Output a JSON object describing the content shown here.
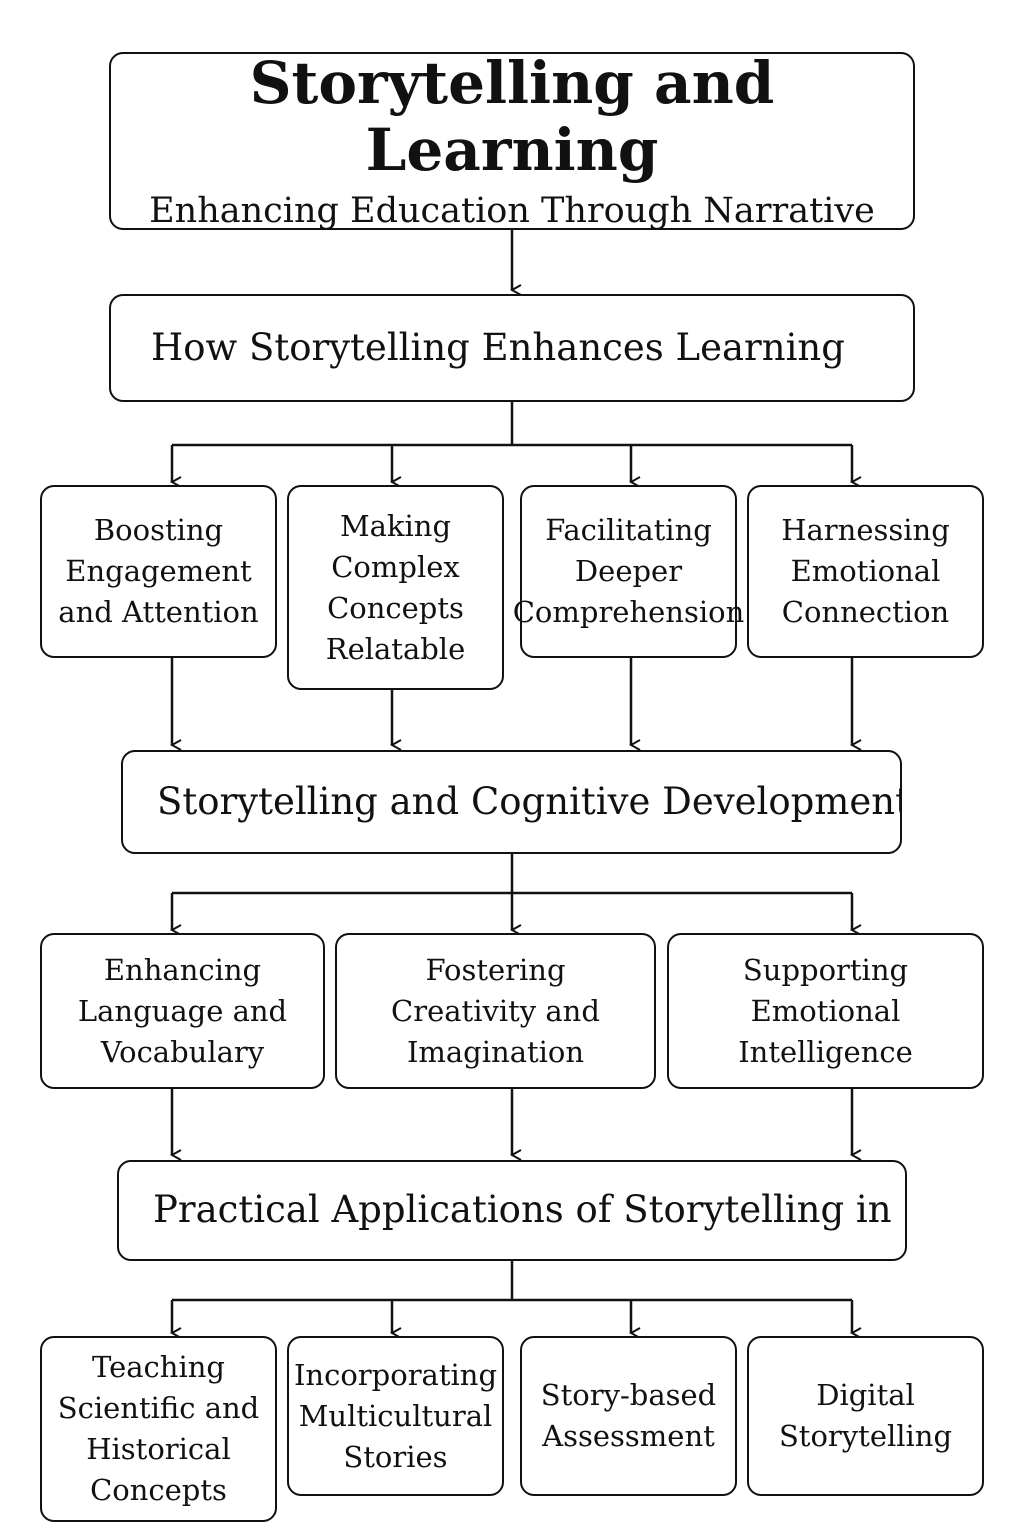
{
  "header": {
    "title": "Storytelling and Learning",
    "subtitle": "Enhancing Education Through Narrative"
  },
  "sections": [
    {
      "heading": "How Storytelling Enhances Learning",
      "items": [
        [
          "Boosting",
          "Engagement",
          "and Attention"
        ],
        [
          "Making",
          "Complex",
          "Concepts",
          "Relatable"
        ],
        [
          "Facilitating",
          "Deeper",
          "Comprehension"
        ],
        [
          "Harnessing",
          "Emotional",
          "Connection"
        ]
      ]
    },
    {
      "heading": "Storytelling and Cognitive Development",
      "items": [
        [
          "Enhancing",
          "Language and",
          "Vocabulary"
        ],
        [
          "Fostering",
          "Creativity and",
          "Imagination"
        ],
        [
          "Supporting",
          "Emotional",
          "Intelligence"
        ]
      ]
    },
    {
      "heading": "Practical Applications of Storytelling in Edu-",
      "items": [
        [
          "Teaching",
          "Scientific and",
          "Historical",
          "Concepts"
        ],
        [
          "Incorporating",
          "Multicultural",
          "Stories"
        ],
        [
          "Story-based",
          "Assessment"
        ],
        [
          "Digital",
          "Storytelling"
        ]
      ]
    }
  ]
}
